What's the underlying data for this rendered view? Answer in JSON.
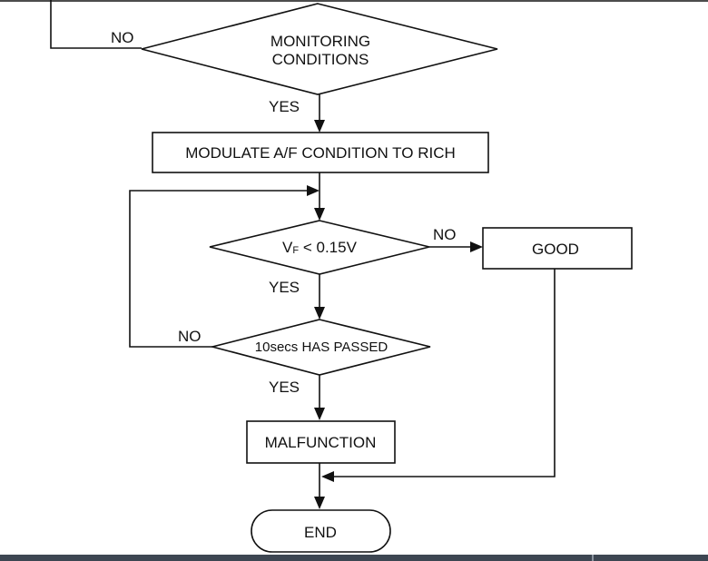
{
  "nodes": {
    "monitoring": {
      "line1": "MONITORING",
      "line2": "CONDITIONS"
    },
    "modulate": "MODULATE A/F CONDITION TO RICH",
    "vf_check": {
      "var": "V",
      "sub": "F",
      "rest": " < 0.15V"
    },
    "good": "GOOD",
    "ten_secs": "10secs HAS PASSED",
    "malfunction": "MALFUNCTION",
    "end": "END"
  },
  "edge_labels": {
    "monitoring_no": "NO",
    "monitoring_yes": "YES",
    "vf_no": "NO",
    "vf_yes": "YES",
    "ten_no": "NO",
    "ten_yes": "YES"
  }
}
